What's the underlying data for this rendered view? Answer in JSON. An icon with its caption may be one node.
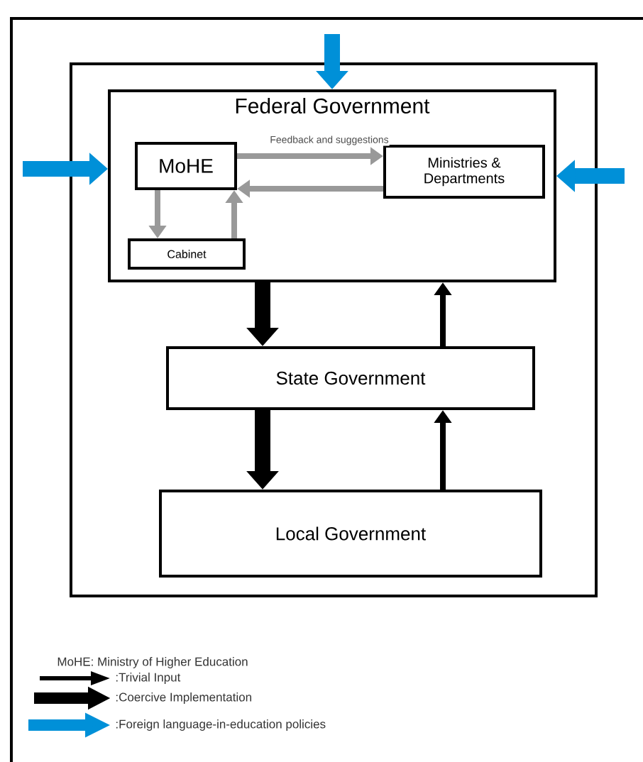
{
  "diagram": {
    "nodes": [
      {
        "text": [],
        "shape": "box"
      },
      {
        "text": [
          "Federal Government"
        ],
        "in": 0
      },
      {
        "text": [
          "MoHE"
        ],
        "in": 1
      },
      {
        "text": [
          "Ministries & Departments"
        ],
        "in": 1
      },
      {
        "text": [
          "Cabinet"
        ],
        "in": 1
      },
      {
        "text": [
          "State Government"
        ],
        "in": 0
      },
      {
        "text": [
          "Local Government"
        ],
        "in": 0
      }
    ],
    "edges": [
      {
        "from": 2,
        "to": 3,
        "arrow": "to",
        "label": "Feedback and suggestions",
        "color": "#999999"
      },
      {
        "from": 3,
        "to": 2,
        "arrow": "to",
        "color": "#999999"
      },
      {
        "from": 2,
        "to": 4,
        "arrow": "to",
        "color": "#999999"
      },
      {
        "from": 4,
        "to": 2,
        "arrow": "to",
        "color": "#999999"
      },
      {
        "from": 1,
        "to": 5,
        "arrow": "to",
        "style": "thick",
        "color": "#000000"
      },
      {
        "from": 5,
        "to": 1,
        "arrow": "to",
        "color": "#000000"
      },
      {
        "from": 5,
        "to": 6,
        "arrow": "to",
        "style": "thick",
        "color": "#000000"
      },
      {
        "from": 6,
        "to": 5,
        "arrow": "to",
        "color": "#000000"
      },
      {
        "from": null,
        "to": 1,
        "arrow": "to",
        "style": "thick",
        "color": "#0090d8"
      },
      {
        "from": null,
        "to": 1,
        "arrow": "to",
        "style": "thick",
        "color": "#0090d8"
      },
      {
        "from": null,
        "to": 1,
        "arrow": "to",
        "style": "thick",
        "color": "#0090d8"
      }
    ],
    "labels": [
      "MoHE: Ministry of Higher Education"
    ],
    "legend": [
      {
        "text": ":Trivial Input"
      },
      {
        "text": ":Coercive Implementation"
      },
      {
        "text": ":Foreign language-in-education policies"
      }
    ]
  }
}
